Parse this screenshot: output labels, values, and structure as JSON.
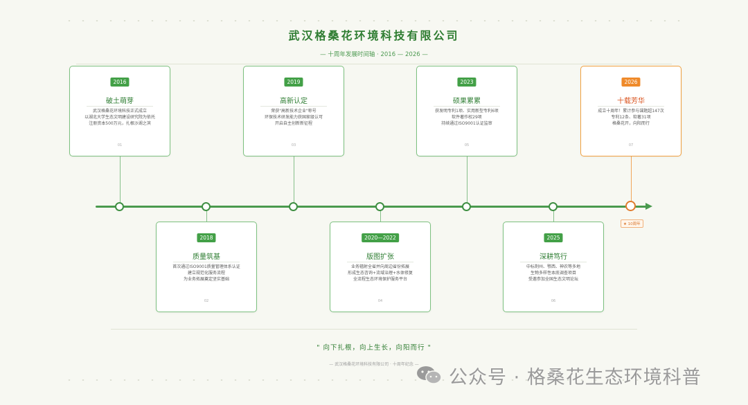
{
  "header": {
    "title": "武汉格桑花环境科技有限公司",
    "subtitle": "— 十周年发展时间轴 · 2016 — 2026 —"
  },
  "milestones": [
    {
      "year": "2016",
      "title": "破土萌芽",
      "lines": [
        "武汉格桑花环境科技正式成立",
        "以湖北大学生态文明建设研究院为依托",
        "注册资本500万元，扎根沙湖之滨"
      ],
      "num": "01"
    },
    {
      "year": "2018",
      "title": "质量筑基",
      "lines": [
        "首次通过ISO9001质量管理体系认证",
        "建立规范化服务流程",
        "为业务拓展奠定坚实基础"
      ],
      "num": "02"
    },
    {
      "year": "2019",
      "title": "高新认定",
      "lines": [
        "荣获\"高新技术企业\"称号",
        "环保技术研发能力获国家级认可",
        "开启自主创新新征程"
      ],
      "num": "03"
    },
    {
      "year": "2020—2022",
      "title": "版图扩张",
      "lines": [
        "业务辐射全省并向周边省份拓展",
        "形成生态咨询+流域治理+水体修复",
        "全流程生态环境保护服务平台"
      ],
      "num": "04"
    },
    {
      "year": "2023",
      "title": "硕果累累",
      "lines": [
        "获发明专利1项、实用新型专利6项",
        "软件著作权29项",
        "持续通过ISO9001认证监审"
      ],
      "num": "05"
    },
    {
      "year": "2025",
      "title": "深耕笃行",
      "lines": [
        "中标荆州、鄂西、神农等多地",
        "生物多样性本底调查项目",
        "受邀参加全国生态文明论坛"
      ],
      "num": "06"
    },
    {
      "year": "2026",
      "title": "十载芳华",
      "lines": [
        "成立十周年！累计参与课题超147次",
        "专利12条、软著31项",
        "格桑花开，向阳而行"
      ],
      "num": "07"
    }
  ],
  "tag_label": "★ 10周年",
  "motto": "\" 向下扎根，向上生长，向阳而行 \"",
  "footer": "— 武汉格桑花环境科技有限公司 · 十周年纪念 —",
  "watermark": "公众号 · 格桑花生态环境科普",
  "colors": {
    "primary": "#2f7d32",
    "accent": "#ef8a2a",
    "line": "#4a9a4e"
  }
}
